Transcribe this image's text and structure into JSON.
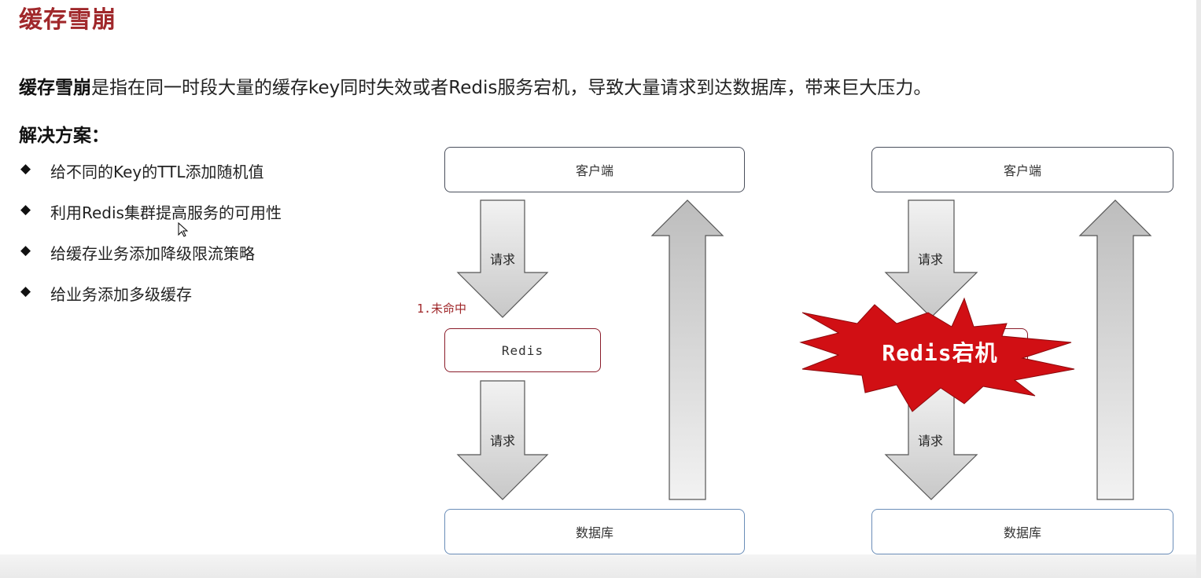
{
  "title": "缓存雪崩",
  "intro": {
    "term": "缓存雪崩",
    "text": "是指在同一时段大量的缓存key同时失效或者Redis服务宕机，导致大量请求到达数据库，带来巨大压力。"
  },
  "solutions": {
    "heading": "解决方案：",
    "items": [
      {
        "bullet": "◆",
        "text": "给不同的Key的TTL添加随机值"
      },
      {
        "bullet": "◆",
        "text": "利用Redis集群提高服务的可用性"
      },
      {
        "bullet": "◆",
        "text": "给缓存业务添加降级限流策略"
      },
      {
        "bullet": "◆",
        "text": "给业务添加多级缓存"
      }
    ]
  },
  "diagram_left": {
    "client": "客户端",
    "request_top": "请求",
    "miss": "1.未命中",
    "redis": "Redis",
    "request_bottom": "请求",
    "database": "数据库"
  },
  "diagram_right": {
    "client": "客户端",
    "request_top": "请求",
    "crash": "Redis宕机",
    "request_bottom": "请求",
    "database": "数据库"
  },
  "colors": {
    "title": "#a0282b",
    "burst": "#d10f14",
    "arrow_fill": "#cfcfcf",
    "arrow_stroke": "#555555"
  }
}
